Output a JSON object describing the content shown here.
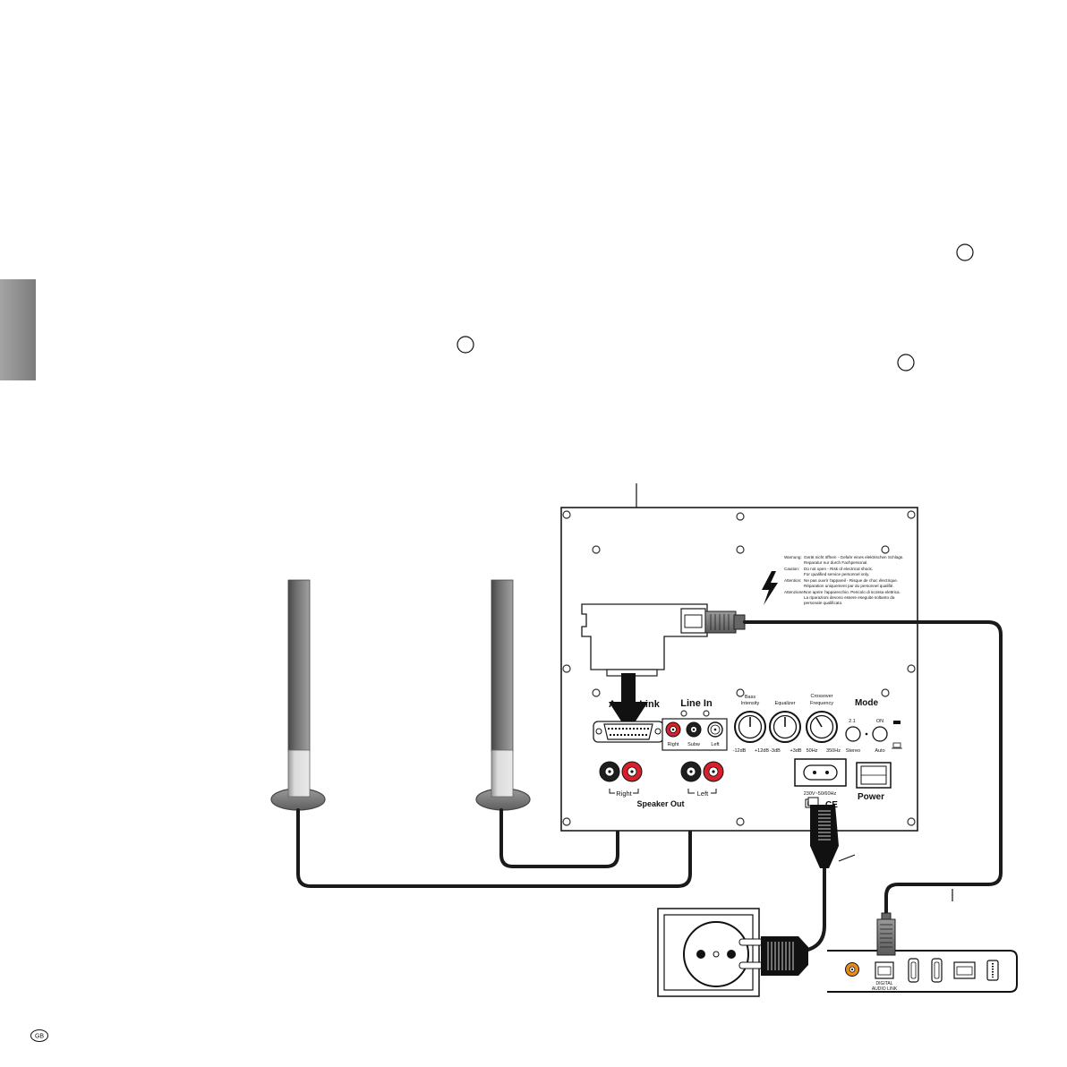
{
  "panel": {
    "audio_link_label": "Audio Link",
    "warning": [
      {
        "label": "Warnung:",
        "lines": [
          "Gerät nicht öffnen - Gefahr eines elektrischen Schlags.",
          "Reparatur nur durch Fachpersonal."
        ]
      },
      {
        "label": "Caution:",
        "lines": [
          "Do not open - Risk of electrical shock.",
          "For qualified service personnel only."
        ]
      },
      {
        "label": "Attention:",
        "lines": [
          "Ne pas ouvrir l'appareil - Risque de choc électrique.",
          "Réparation uniquement par du personnel qualifié."
        ]
      },
      {
        "label": "Attenzione:",
        "lines": [
          "Non aprire l'apparecchio. Pericolo di scossa elettrica.",
          "La riparazioni devono essere eseguite soltanto da",
          "personale qualificato."
        ]
      }
    ],
    "line_in": {
      "title": "Line In",
      "right": "Right",
      "subw": "Subw",
      "left": "Left"
    },
    "bass": {
      "title_line1": "Bass",
      "title_line2": "Intensity",
      "min": "-12dB",
      "max": "+12dB"
    },
    "equalizer": {
      "title": "Equalizer",
      "min": "-3dB",
      "max": "+3dB"
    },
    "crossover": {
      "title_line1": "Crossover",
      "title_line2": "Frequency",
      "min": "50Hz",
      "max": "350Hz"
    },
    "mode": {
      "title": "Mode",
      "opt1_top": "2.1",
      "opt1_bottom": "Stereo",
      "opt2_top": "ON",
      "opt2_bottom": "Auto"
    },
    "speaker_out": {
      "right": "Right",
      "left": "Left",
      "title": "Speaker Out"
    },
    "mains": {
      "rating": "230V~50/60Hz",
      "ce": "CE"
    },
    "power": "Power"
  },
  "tv_panel": {
    "port_label_line1": "DIGITAL",
    "port_label_line2": "AUDIO LINK"
  },
  "language_badge": "GB",
  "colors": {
    "side_tab": "#8c8c8c",
    "rca_red": "#d6202b",
    "rca_black": "#1e1e1e",
    "orange_jack": "#e88b1c",
    "cable": "#1a1a1a"
  }
}
